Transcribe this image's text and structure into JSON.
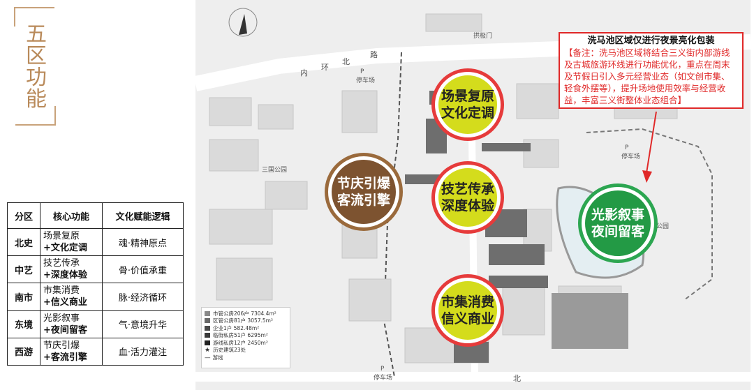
{
  "title_chars": [
    "五",
    "区",
    "功",
    "能"
  ],
  "table": {
    "headers": [
      "分区",
      "核心功能",
      "文化赋能逻辑"
    ],
    "rows": [
      {
        "zone": "北史",
        "core_line1": "场景复原",
        "core_line2": "+文化定调",
        "logic": "魂·精神原点"
      },
      {
        "zone": "中艺",
        "core_line1": "技艺传承",
        "core_line2": "+深度体验",
        "logic": "骨·价值承重"
      },
      {
        "zone": "南市",
        "core_line1": "市集消费",
        "core_line2": "+信义商业",
        "logic": "脉·经济循环"
      },
      {
        "zone": "东境",
        "core_line1": "光影叙事",
        "core_line2": "+夜间留客",
        "logic": "气·意境升华"
      },
      {
        "zone": "西游",
        "core_line1": "节庆引爆",
        "core_line2": "+客流引擎",
        "logic": "血·活力灌注"
      }
    ]
  },
  "badges": {
    "north": {
      "l1": "场景复原",
      "l2": "文化定调"
    },
    "middle": {
      "l1": "技艺传承",
      "l2": "深度体验"
    },
    "south": {
      "l1": "市集消费",
      "l2": "信义商业"
    },
    "west": {
      "l1": "节庆引爆",
      "l2": "客流引擎"
    },
    "east": {
      "l1": "光影叙事",
      "l2": "夜间留客"
    }
  },
  "note": {
    "title": "洗马池区域仅进行夜景亮化包装",
    "body": "【备注：洗马池区域将结合三义街内部游线及古城旅游环线进行功能优化，重点在周末及节假日引入多元经营业态（如文创市集、轻食外摆等），提升场地使用效率与经营收益，丰富三义街整体业态组合】"
  },
  "map_labels": {
    "gate": "拱极门",
    "road1": "内",
    "road2": "环",
    "road3": "北",
    "road4": "路",
    "parking1": "停车场",
    "parking2": "停车场",
    "parking3": "停车场",
    "park": "三国公园",
    "park2": "公园",
    "road_south": "北",
    "p1": "P",
    "p2": "P",
    "p3": "P"
  },
  "legend": [
    {
      "label": "市管公房206户 7304.4m²",
      "color": "#8a8a8a"
    },
    {
      "label": "区管公房81户 3057.5m²",
      "color": "#6a6a6a"
    },
    {
      "label": "企业1户 582.48m²",
      "color": "#4a4a4a"
    },
    {
      "label": "临街私房51户 6295m²",
      "color": "#3a3a3a"
    },
    {
      "label": "游线私房12户 2450m²",
      "color": "#222222"
    },
    {
      "label": "历史建筑23处",
      "color": "#555555",
      "icon": "star"
    },
    {
      "label": "游线",
      "color": "#555555",
      "icon": "dash"
    }
  ],
  "colors": {
    "accent_red": "#e02828",
    "yellow": "#d4dc1c",
    "brown": "#7d5330",
    "green": "#239a45",
    "gold": "#b98a5a"
  }
}
